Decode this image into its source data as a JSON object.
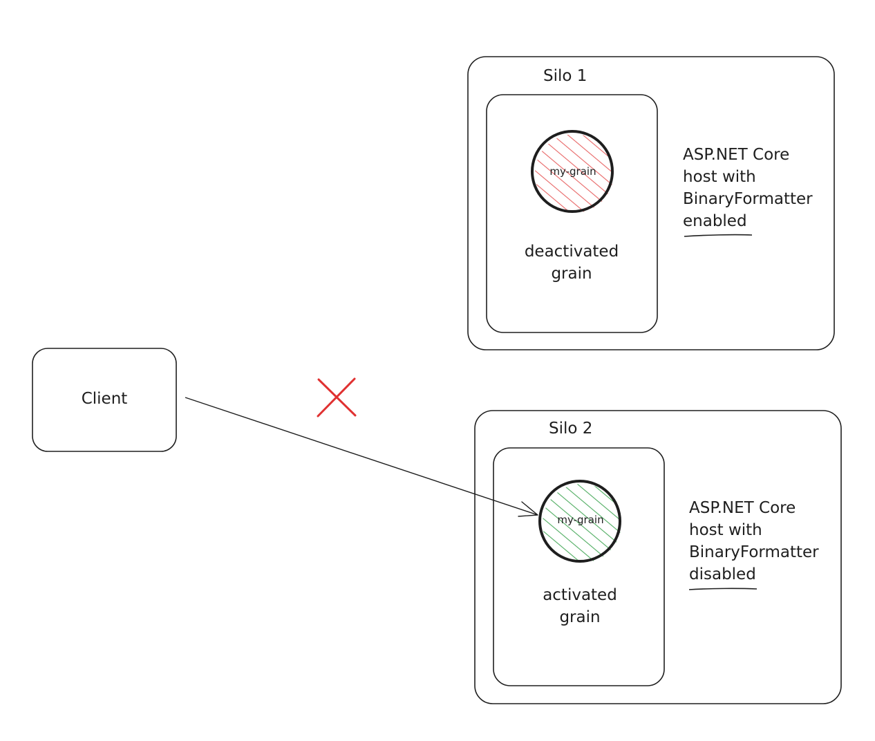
{
  "client": {
    "label": "Client"
  },
  "silo1": {
    "title": "Silo 1",
    "grain_label": "my-grain",
    "grain_state_line1": "deactivated",
    "grain_state_line2": "grain",
    "host_line1": "ASP.NET Core",
    "host_line2": "host with",
    "host_line3": "BinaryFormatter",
    "host_line4": "enabled",
    "fill_color": "#e03131"
  },
  "silo2": {
    "title": "Silo 2",
    "grain_label": "my-grain",
    "grain_state_line1": "activated",
    "grain_state_line2": "grain",
    "host_line1": "ASP.NET Core",
    "host_line2": "host with",
    "host_line3": "BinaryFormatter",
    "host_line4": "disabled",
    "fill_color": "#2f9e44"
  },
  "colors": {
    "stroke": "#1e1e1e",
    "cross": "#e03131"
  }
}
